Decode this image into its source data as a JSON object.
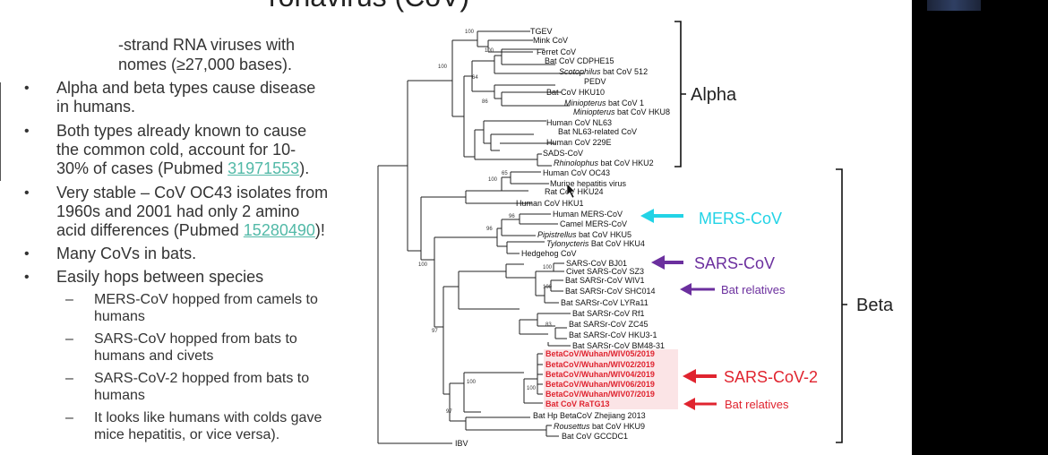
{
  "slide": {
    "title_fragment": "ronavirus (CoV)",
    "top_line1": "-strand RNA viruses with",
    "top_line2": "nomes (≥27,000 bases).",
    "bullets": [
      {
        "t1": "Alpha and beta types cause disease",
        "t2": "in humans."
      },
      {
        "t1": "Both types already known to cause",
        "t2": "the common cold, account for 10-",
        "t3a": "30% of cases (Pubmed ",
        "link": "31971553",
        "t3b": ")."
      },
      {
        "t1": "Very stable – CoV OC43 isolates from",
        "t2": "1960s and 2001 had only 2 amino",
        "t3a": "acid differences (Pubmed ",
        "link": "15280490",
        "t3b": ")!"
      },
      {
        "t1": "Many CoVs in bats."
      },
      {
        "t1": "Easily hops between species"
      }
    ],
    "subbullets": [
      {
        "l1": "MERS-CoV hopped from camels to",
        "l2": "humans"
      },
      {
        "l1": "SARS-CoV hopped from bats to",
        "l2": "humans and civets"
      },
      {
        "l1": "SARS-CoV-2 hopped from bats to",
        "l2": "humans"
      },
      {
        "l1": "It looks like humans with colds gave",
        "l2": "mice hepatitis, or vice versa)."
      }
    ],
    "bullet_glyph": "•",
    "dash_glyph": "–"
  },
  "tree": {
    "leaves": {
      "tgev": "TGEV",
      "mink": "Mink CoV",
      "ferret": "Ferret CoV",
      "cdphe": "Bat CoV CDPHE15",
      "scoto_i": "Scotophilus",
      "scoto_r": " bat CoV 512",
      "pedv": "PEDV",
      "hku10": "Bat CoV HKU10",
      "mini1_i": "Miniopterus",
      "mini1_r": " bat CoV 1",
      "mini8_i": "Miniopterus",
      "mini8_r": " bat CoV HKU8",
      "nl63": "Human CoV NL63",
      "nl63r": "Bat NL63-related CoV",
      "h229e": "Human CoV 229E",
      "sads": "SADS-CoV",
      "rhino_i": "Rhinolophus",
      "rhino_r": " bat CoV HKU2",
      "oc43": "Human CoV OC43",
      "murine": "Murine hepatitis virus",
      "rat": "Rat CoV HKU24",
      "hku1": "Human CoV HKU1",
      "mers_h": "Human MERS-CoV",
      "mers_c": "Camel MERS-CoV",
      "pip_i": "Pipistrellus",
      "pip_r": " bat CoV HKU5",
      "tyl_i": "Tylonycteris",
      "tyl_r": " Bat CoV HKU4",
      "hedge": "Hedgehog CoV",
      "sars_bj": "SARS-CoV BJ01",
      "civet": "Civet SARS-CoV SZ3",
      "wiv1": "Bat SARSr-CoV WIV1",
      "shc": "Bat SARSr-CoV SHC014",
      "lyra": "Bat SARSr-CoV LYRa11",
      "rf1": "Bat SARSr-CoV Rf1",
      "zc45": "Bat SARSr-CoV ZC45",
      "hku3": "Bat SARSr-CoV HKU3-1",
      "bm48": "Bat SARSr-CoV BM48-31",
      "wiv05": "BetaCoV/Wuhan/WIV05/2019",
      "wiv02": "BetaCoV/Wuhan/WIV02/2019",
      "wiv04": "BetaCoV/Wuhan/WIV04/2019",
      "wiv06": "BetaCoV/Wuhan/WIV06/2019",
      "wiv07": "BetaCoV/Wuhan/WIV07/2019",
      "ratg13": "Bat CoV RaTG13",
      "zhej": "Bat Hp BetaCoV Zhejiang 2013",
      "rous_i": "Rousettus",
      "rous_r": " bat CoV HKU9",
      "gccdc": "Bat CoV GCCDC1",
      "ibv": "IBV"
    },
    "bootstrap": {
      "b100": "100",
      "b64": "64",
      "b86": "86",
      "b65": "65",
      "b96": "96",
      "b97": "97",
      "b83": "83"
    },
    "groups": {
      "alpha": "Alpha",
      "beta": "Beta"
    },
    "annotations": {
      "mers": "MERS-CoV",
      "sars": "SARS-CoV",
      "bat_rel1": "Bat relatives",
      "sars2": "SARS-CoV-2",
      "bat_rel2": "Bat relatives"
    },
    "colors": {
      "mers": "#22d3e6",
      "sars": "#6b2f9e",
      "sars2": "#e0242f"
    }
  }
}
